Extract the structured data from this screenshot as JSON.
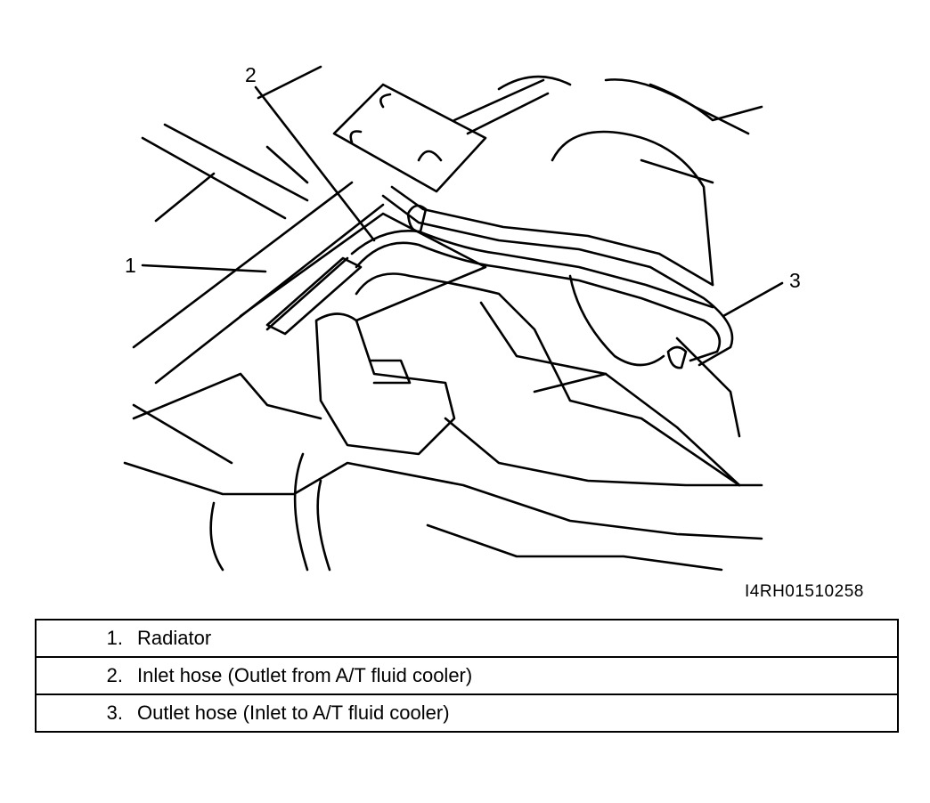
{
  "diagram": {
    "callouts": [
      "1",
      "2",
      "3"
    ],
    "figure_code": "I4RH01510258"
  },
  "legend": [
    {
      "num": "1.",
      "label": "Radiator"
    },
    {
      "num": "2.",
      "label": "Inlet hose (Outlet from A/T fluid cooler)"
    },
    {
      "num": "3.",
      "label": "Outlet hose (Inlet to A/T fluid cooler)"
    }
  ]
}
